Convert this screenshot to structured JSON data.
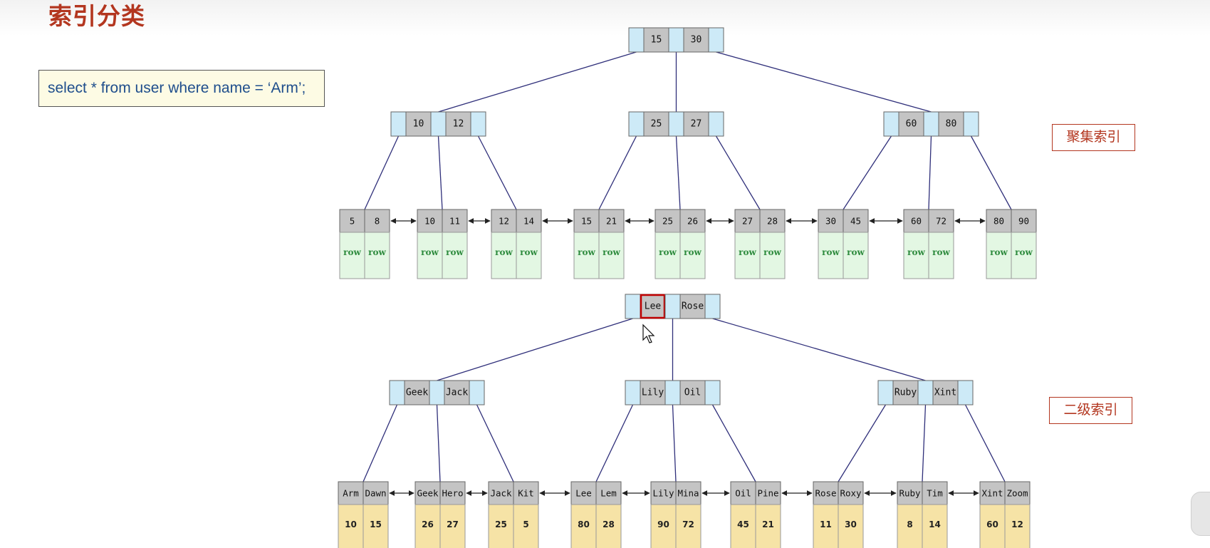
{
  "title": "索引分类",
  "sql": "select * from user where name = ‘Arm’;",
  "labels": {
    "clustered": "聚集索引",
    "secondary": "二级索引"
  },
  "colors": {
    "title": "#b3361f",
    "pointer": "#cdeaf7",
    "key": "#c4c4c4",
    "row_cell": "#e3f7e3",
    "row_text": "#2e8b3e",
    "val_cell": "#f6e3a6",
    "edge": "#2f2f7a",
    "highlight": "#c00000"
  },
  "clustered_tree": {
    "root": {
      "keys": [
        "15",
        "30"
      ]
    },
    "internal": [
      {
        "keys": [
          "10",
          "12"
        ]
      },
      {
        "keys": [
          "25",
          "27"
        ]
      },
      {
        "keys": [
          "60",
          "80"
        ]
      }
    ],
    "leaves": [
      {
        "keys": [
          "5",
          "8"
        ],
        "values": [
          "row",
          "row"
        ]
      },
      {
        "keys": [
          "10",
          "11"
        ],
        "values": [
          "row",
          "row"
        ]
      },
      {
        "keys": [
          "12",
          "14"
        ],
        "values": [
          "row",
          "row"
        ]
      },
      {
        "keys": [
          "15",
          "21"
        ],
        "values": [
          "row",
          "row"
        ]
      },
      {
        "keys": [
          "25",
          "26"
        ],
        "values": [
          "row",
          "row"
        ]
      },
      {
        "keys": [
          "27",
          "28"
        ],
        "values": [
          "row",
          "row"
        ]
      },
      {
        "keys": [
          "30",
          "45"
        ],
        "values": [
          "row",
          "row"
        ]
      },
      {
        "keys": [
          "60",
          "72"
        ],
        "values": [
          "row",
          "row"
        ]
      },
      {
        "keys": [
          "80",
          "90"
        ],
        "values": [
          "row",
          "row"
        ]
      }
    ]
  },
  "secondary_tree": {
    "root": {
      "keys": [
        "Lee",
        "Rose"
      ],
      "highlight_index": 0
    },
    "internal": [
      {
        "keys": [
          "Geek",
          "Jack"
        ]
      },
      {
        "keys": [
          "Lily",
          "Oil"
        ]
      },
      {
        "keys": [
          "Ruby",
          "Xint"
        ]
      }
    ],
    "leaves": [
      {
        "keys": [
          "Arm",
          "Dawn"
        ],
        "values": [
          "10",
          "15"
        ]
      },
      {
        "keys": [
          "Geek",
          "Hero"
        ],
        "values": [
          "26",
          "27"
        ]
      },
      {
        "keys": [
          "Jack",
          "Kit"
        ],
        "values": [
          "25",
          "5"
        ]
      },
      {
        "keys": [
          "Lee",
          "Lem"
        ],
        "values": [
          "80",
          "28"
        ]
      },
      {
        "keys": [
          "Lily",
          "Mina"
        ],
        "values": [
          "90",
          "72"
        ]
      },
      {
        "keys": [
          "Oil",
          "Pine"
        ],
        "values": [
          "45",
          "21"
        ]
      },
      {
        "keys": [
          "Rose",
          "Roxy"
        ],
        "values": [
          "11",
          "30"
        ]
      },
      {
        "keys": [
          "Ruby",
          "Tim"
        ],
        "values": [
          "8",
          "14"
        ]
      },
      {
        "keys": [
          "Xint",
          "Zoom"
        ],
        "values": [
          "60",
          "12"
        ]
      }
    ]
  }
}
